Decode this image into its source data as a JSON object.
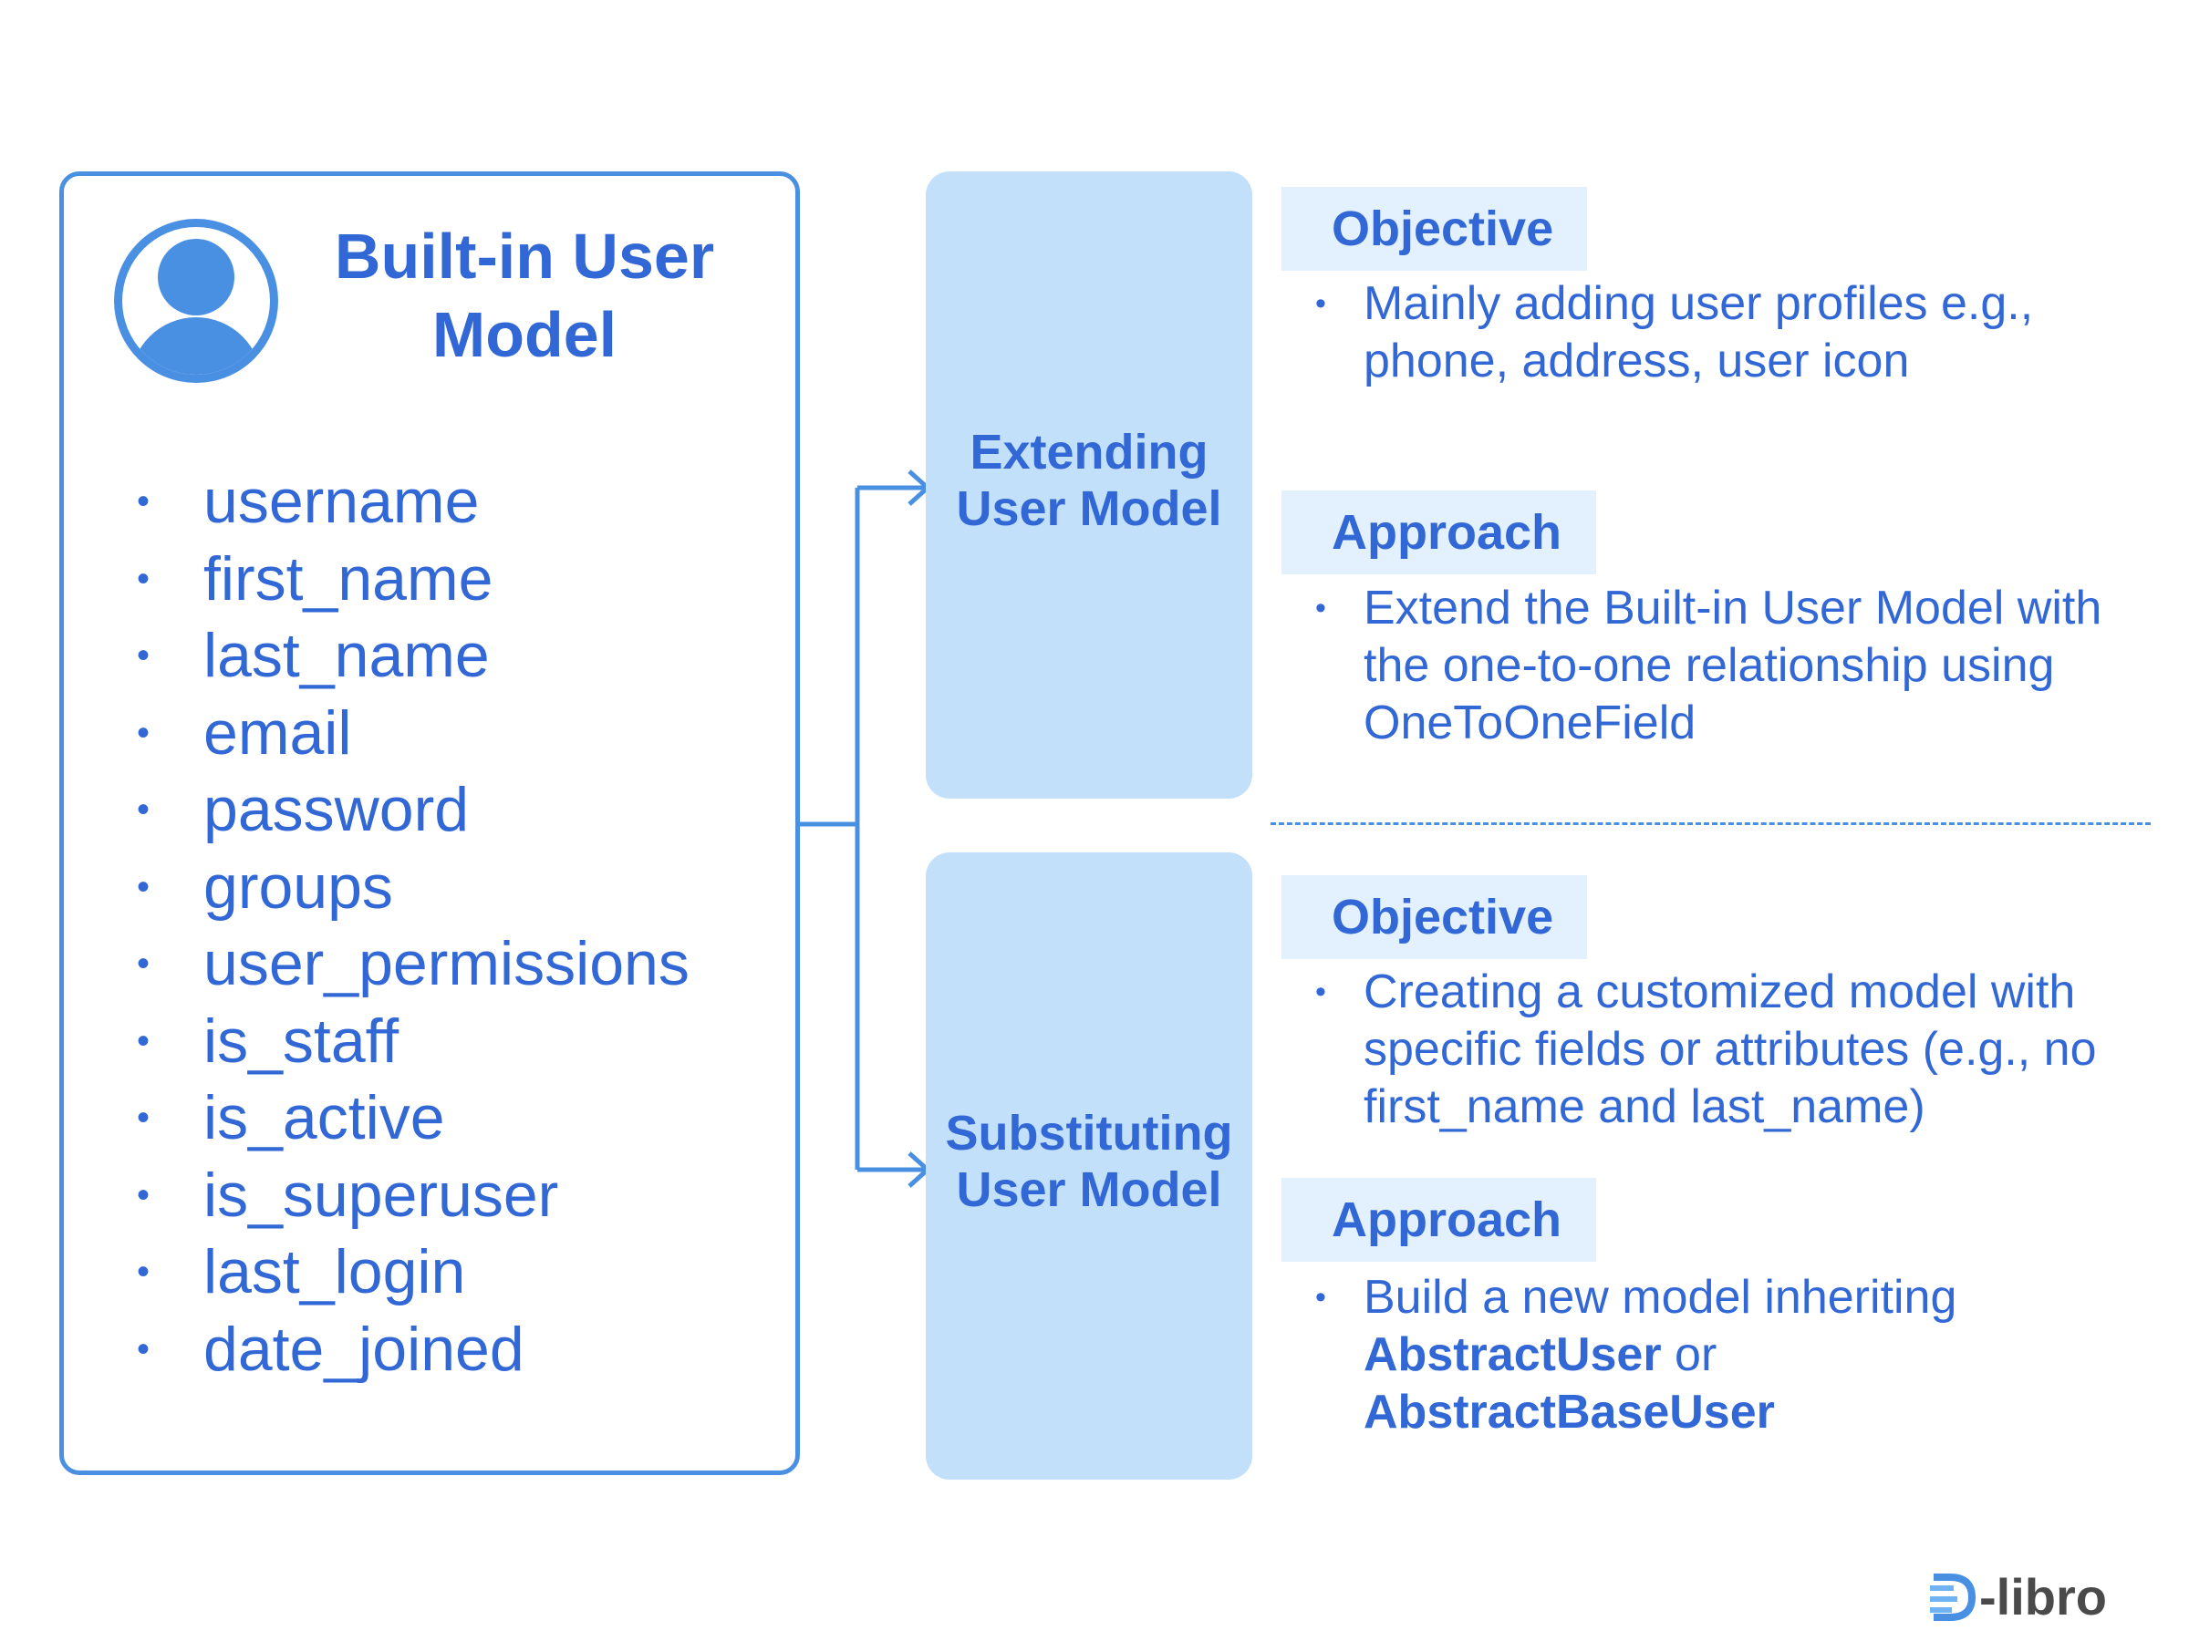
{
  "card": {
    "title": "Built-in User Model",
    "fields": [
      "username",
      "first_name",
      "last_name",
      "email",
      "password",
      "groups",
      "user_permissions",
      "is_staff",
      "is_active",
      "is_superuser",
      "last_login",
      "date_joined"
    ],
    "bullet": "•"
  },
  "extending": {
    "label_line1": "Extending",
    "label_line2": "User Model",
    "objective_label": "Objective",
    "objective_text": "Mainly adding user profiles e.g., phone, address, user icon",
    "approach_label": "Approach",
    "approach_text": "Extend the Built-in User Model with the one-to-one relationship using OneToOneField"
  },
  "substituting": {
    "label_line1": "Substituting",
    "label_line2": "User Model",
    "objective_label": "Objective",
    "objective_text": "Creating a customized model with specific fields or attributes (e.g., no first_name and last_name)",
    "approach_label": "Approach",
    "approach_text_prefix": "Build a new model inheriting",
    "approach_bold_1": "AbstractUser",
    "approach_or": " or",
    "approach_bold_2": "AbstractBaseUser"
  },
  "brand": {
    "name": "-libro"
  },
  "colors": {
    "primary": "#3267d6",
    "border": "#4a90e2",
    "box": "#c3e0fb",
    "tag": "#e3f0fd"
  }
}
